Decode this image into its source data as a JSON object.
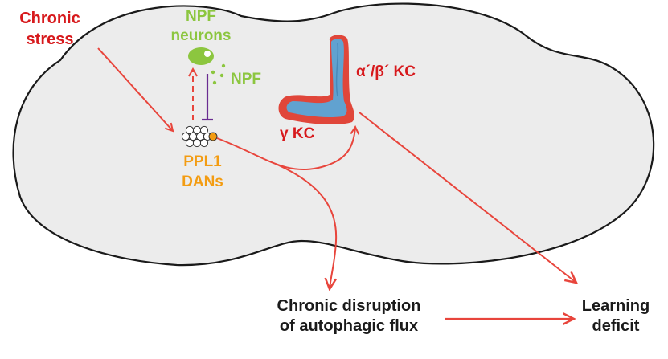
{
  "labels": {
    "chronic_stress_line1": "Chronic",
    "chronic_stress_line2": "stress",
    "npf_neurons_line1": "NPF",
    "npf_neurons_line2": "neurons",
    "npf": "NPF",
    "ppl1_line1": "PPL1",
    "ppl1_line2": "DANs",
    "alpha_beta_kc": "α´/β´ KC",
    "gamma_kc": "γ KC",
    "disruption_line1": "Chronic disruption",
    "disruption_line2": "of autophagic flux",
    "learning_line1": "Learning",
    "learning_line2": "deficit"
  },
  "colors": {
    "brain_fill": "#ececec",
    "outline": "#1a1a1a",
    "arrow_red": "#e8453c",
    "label_red": "#d7191c",
    "npf_green": "#8cc63f",
    "ppl1_orange": "#f39c12",
    "inhibition_purple": "#6a2c91",
    "kc_red": "#e0463a",
    "kc_blue": "#5aa8d8"
  }
}
